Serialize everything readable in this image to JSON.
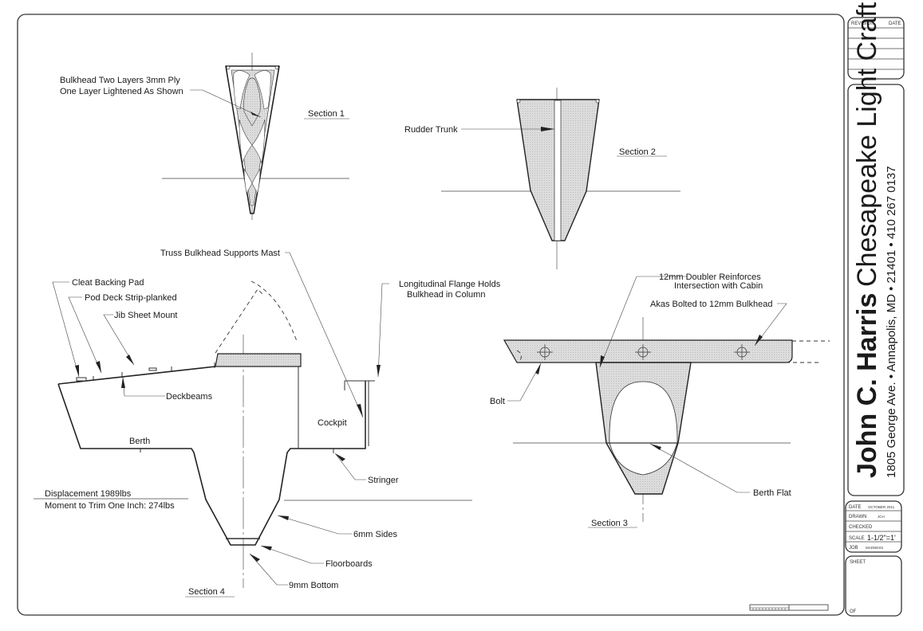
{
  "title_block": {
    "revision_label": "REVISION",
    "date_col_label": "DATE",
    "designer_name": "John C. Harris",
    "company_name": "Chesapeake Light Craft",
    "address": "1805 George Ave.  •  Annapolis, MD  •  21401  •  410 267 0137",
    "date_label": "DATE",
    "date_value": "OCTOBER 2011",
    "drawn_label": "DRAWN",
    "drawn_value": "JCH",
    "checked_label": "CHECKED",
    "scale_label": "SCALE",
    "scale_value": "1-1/2\"=1'",
    "job_label": "JOB",
    "job_value": "MADNESS",
    "sheet_label": "SHEET",
    "of_label": "OF"
  },
  "section1": {
    "title": "Section 1",
    "callouts": {
      "bulkhead_line1": "Bulkhead Two Layers 3mm Ply",
      "bulkhead_line2": "One Layer Lightened As Shown"
    }
  },
  "section2": {
    "title": "Section 2",
    "callouts": {
      "rudder_trunk": "Rudder Trunk"
    }
  },
  "section3": {
    "title": "Section 3",
    "callouts": {
      "doubler_line1": "12mm Doubler Reinforces",
      "doubler_line2": "Intersection with Cabin",
      "akas": "Akas Bolted to 12mm Bulkhead",
      "bolt": "Bolt",
      "berth_flat": "Berth Flat"
    }
  },
  "section4": {
    "title": "Section 4",
    "callouts": {
      "truss": "Truss Bulkhead Supports Mast",
      "cleat": "Cleat Backing Pad",
      "pod_deck": "Pod Deck Strip-planked",
      "jib": "Jib Sheet Mount",
      "deckbeams": "Deckbeams",
      "flange_line1": "Longitudinal Flange Holds",
      "flange_line2": "Bulkhead in Column",
      "cockpit": "Cockpit",
      "berth": "Berth",
      "stringer": "Stringer",
      "displacement": "Displacement 1989lbs",
      "moment": "Moment to Trim One Inch: 274lbs",
      "sides": "6mm Sides",
      "floorboards": "Floorboards",
      "bottom": "9mm Bottom"
    }
  },
  "colors": {
    "line": "#222222",
    "shade": "#d8d8d8",
    "paper": "#ffffff"
  }
}
